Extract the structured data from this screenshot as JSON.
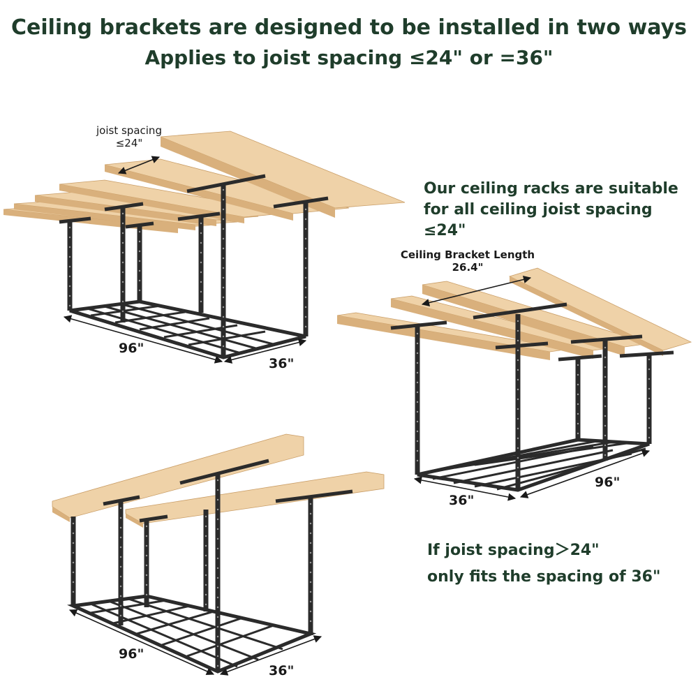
{
  "heading": {
    "line1": "Ceiling brackets are designed to be installed in two ways",
    "line2": "Applies to joist spacing ≤24\" or =36\""
  },
  "notes": {
    "suitable_line1": "Our ceiling racks are suitable",
    "suitable_line2": "for all ceiling joist spacing ≤24\"",
    "larger_line1": "If joist spacing＞24\"",
    "larger_line2": "only fits the spacing of 36\""
  },
  "rack1": {
    "joist_label_line1": "joist spacing",
    "joist_label_line2": "≤24\"",
    "length": "96\"",
    "width": "36\""
  },
  "rack2": {
    "bracket_label": "Ceiling Bracket Length",
    "bracket_value": "26.4\"",
    "width": "36\"",
    "length": "96\""
  },
  "rack3": {
    "length": "96\"",
    "width": "36\""
  },
  "colors": {
    "text": "#1f3d2b",
    "wood_top": "#efd2a8",
    "wood_side": "#d9b07c",
    "metal": "#2b2b2b"
  }
}
